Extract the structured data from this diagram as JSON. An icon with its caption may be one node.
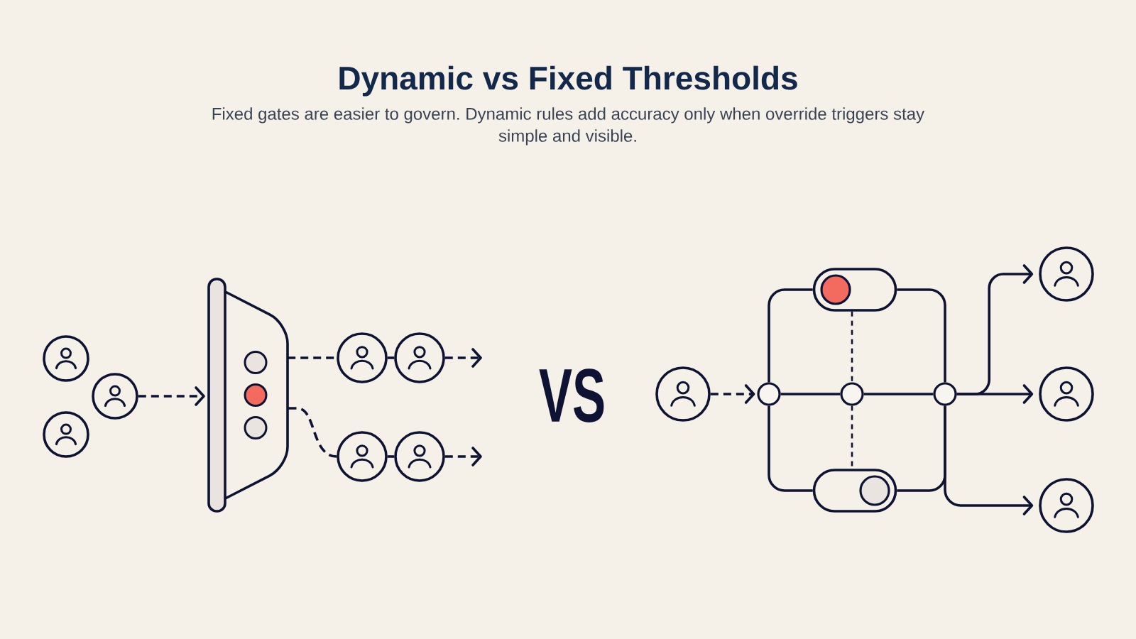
{
  "diagram": {
    "title": "Dynamic vs Fixed Thresholds",
    "caption": "Fixed gates are easier to govern. Dynamic rules add accuracy only when override triggers stay simple and visible.",
    "nodes": [
      {
        "text": [],
        "shape": "person"
      },
      {
        "text": [],
        "shape": "person"
      },
      {
        "text": [],
        "shape": "person"
      },
      {
        "text": [],
        "shape": "gate"
      },
      {
        "text": [],
        "shape": "person"
      },
      {
        "text": [],
        "shape": "person"
      },
      {
        "text": [],
        "shape": "person"
      },
      {
        "text": [],
        "shape": "person"
      },
      {
        "text": [],
        "shape": "person"
      },
      {
        "text": [],
        "shape": "circle"
      },
      {
        "text": [],
        "shape": "toggle"
      },
      {
        "text": [],
        "shape": "circle"
      },
      {
        "text": [],
        "shape": "toggle"
      },
      {
        "text": [],
        "shape": "circle"
      },
      {
        "text": [],
        "shape": "person"
      },
      {
        "text": [],
        "shape": "person"
      },
      {
        "text": [],
        "shape": "person"
      }
    ],
    "edges": [
      {
        "from": 1,
        "to": 3,
        "arrow": "to",
        "style": "dashed"
      },
      {
        "from": 3,
        "to": 4,
        "arrow": "none",
        "style": "dashed"
      },
      {
        "from": 4,
        "to": 5,
        "arrow": "none"
      },
      {
        "from": 5,
        "to": null,
        "arrow": "to",
        "style": "dashed"
      },
      {
        "from": 3,
        "to": 6,
        "arrow": "none",
        "style": "dashed"
      },
      {
        "from": 6,
        "to": 7,
        "arrow": "none"
      },
      {
        "from": 7,
        "to": null,
        "arrow": "to",
        "style": "dashed"
      },
      {
        "from": 8,
        "to": 9,
        "arrow": "to",
        "style": "dashed"
      },
      {
        "from": 9,
        "to": 11,
        "arrow": "none"
      },
      {
        "from": 11,
        "to": 13,
        "arrow": "none"
      },
      {
        "from": 9,
        "to": 10,
        "arrow": "none"
      },
      {
        "from": 10,
        "to": 13,
        "arrow": "none"
      },
      {
        "from": 9,
        "to": 12,
        "arrow": "none"
      },
      {
        "from": 12,
        "to": 13,
        "arrow": "none"
      },
      {
        "from": 10,
        "to": 11,
        "arrow": "none",
        "style": "dashed"
      },
      {
        "from": 11,
        "to": 12,
        "arrow": "none",
        "style": "dashed"
      },
      {
        "from": 13,
        "to": 14,
        "arrow": "to"
      },
      {
        "from": 13,
        "to": 15,
        "arrow": "to"
      },
      {
        "from": 13,
        "to": 16,
        "arrow": "to"
      }
    ],
    "labels": [
      "VS"
    ]
  }
}
